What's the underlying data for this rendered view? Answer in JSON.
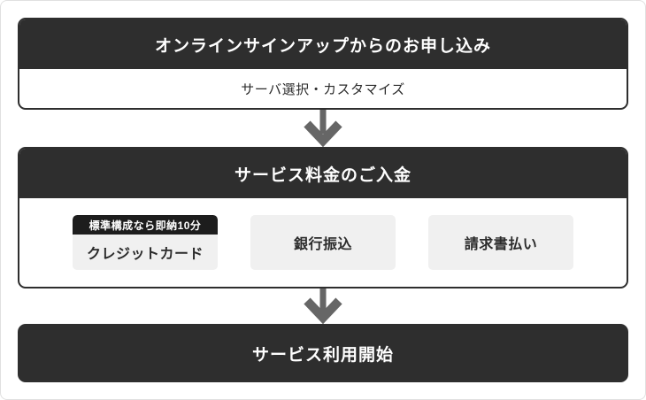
{
  "colors": {
    "dark": "#2e2e2e",
    "badge_bg": "#1d1d1d",
    "card_bg": "#f0f0f0",
    "arrow": "#666666",
    "page_border": "#e0e0e0",
    "header_text": "#ffffff",
    "body_text": "#2b2b2b"
  },
  "flow": {
    "step1": {
      "title": "オンラインサインアップからのお申し込み",
      "body": "サーバ選択・カスタマイズ"
    },
    "step2": {
      "title": "サービス料金のご入金",
      "options": [
        {
          "label": "クレジットカード",
          "badge": "標準構成なら即納10分"
        },
        {
          "label": "銀行振込"
        },
        {
          "label": "請求書払い"
        }
      ]
    },
    "step3": {
      "title": "サービス利用開始"
    }
  }
}
